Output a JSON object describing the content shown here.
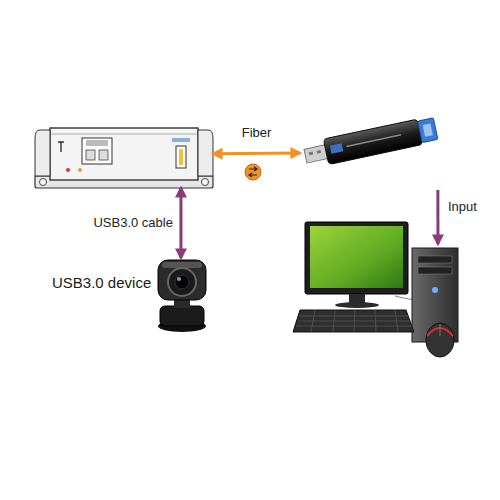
{
  "diagram": {
    "nodes": [
      {
        "text": []
      },
      {
        "text": []
      },
      {
        "text": [
          "USB3.0 device"
        ]
      },
      {
        "text": []
      }
    ],
    "edges": [
      {
        "from": 0,
        "to": 1,
        "label": "Fiber",
        "arrow": "both"
      },
      {
        "from": 0,
        "to": 2,
        "label": "USB3.0 cable",
        "arrow": "both"
      },
      {
        "from": 1,
        "to": 3,
        "label": "Input",
        "arrow": "to"
      }
    ]
  }
}
